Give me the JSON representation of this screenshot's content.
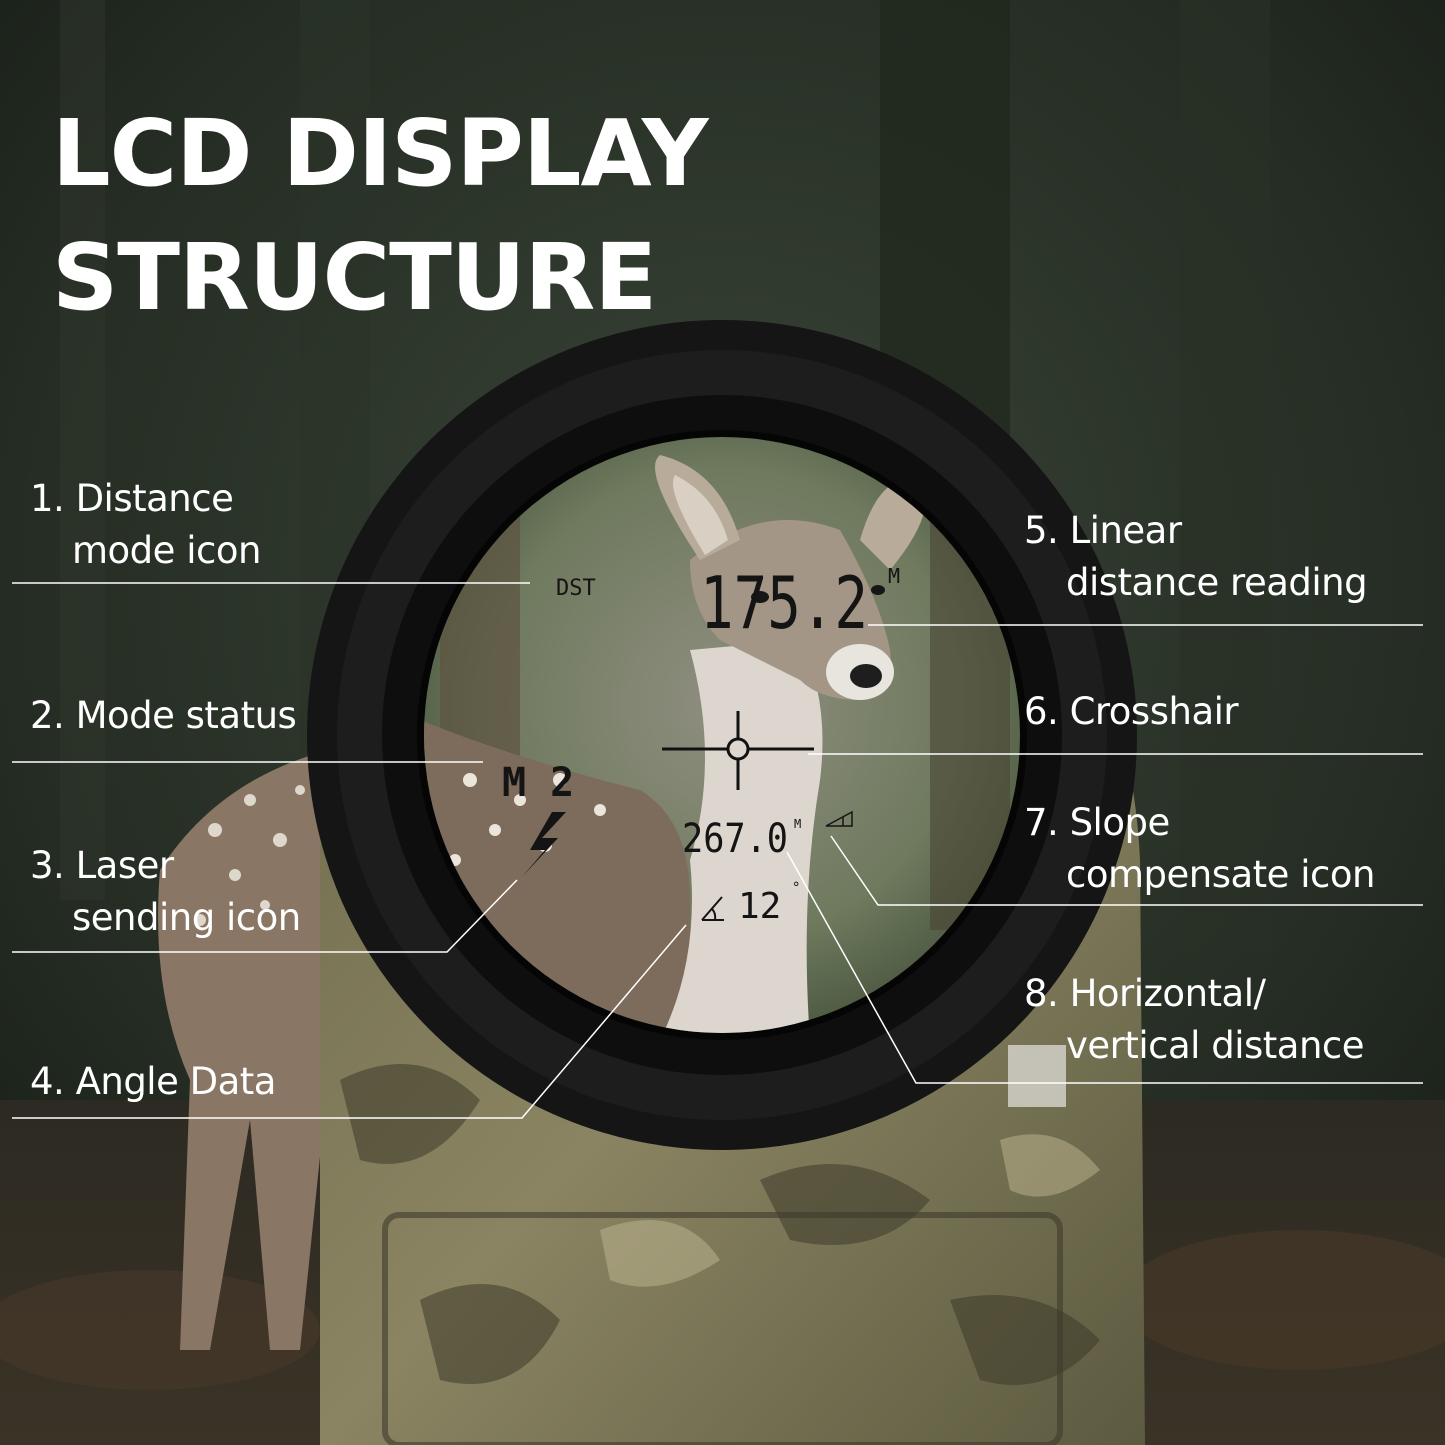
{
  "headline": {
    "line1": "LCD DISPLAY",
    "line2": "STRUCTURE"
  },
  "lcd": {
    "mode_icon": "DST",
    "linear_distance": "175.2",
    "linear_unit": "M",
    "mode_status": "M 2",
    "secondary_distance": "267.0",
    "secondary_unit": "M",
    "angle": "12",
    "angle_unit": "°"
  },
  "callouts": [
    {
      "line1": "1. Distance",
      "line2": "mode icon"
    },
    {
      "line1": "2. Mode status"
    },
    {
      "line1": "3. Laser",
      "line2": "sending icon"
    },
    {
      "line1": "4. Angle Data"
    },
    {
      "line1": "5. Linear",
      "line2": "distance reading"
    },
    {
      "line1": "6. Crosshair"
    },
    {
      "line1": "7. Slope",
      "line2": "compensate icon"
    },
    {
      "line1": "8. Horizontal/",
      "line2": "vertical distance"
    }
  ],
  "colors": {
    "background": "#1c231c",
    "text": "#ffffff",
    "lcd_segment": "#141414",
    "callout_line": "#ffffff"
  }
}
